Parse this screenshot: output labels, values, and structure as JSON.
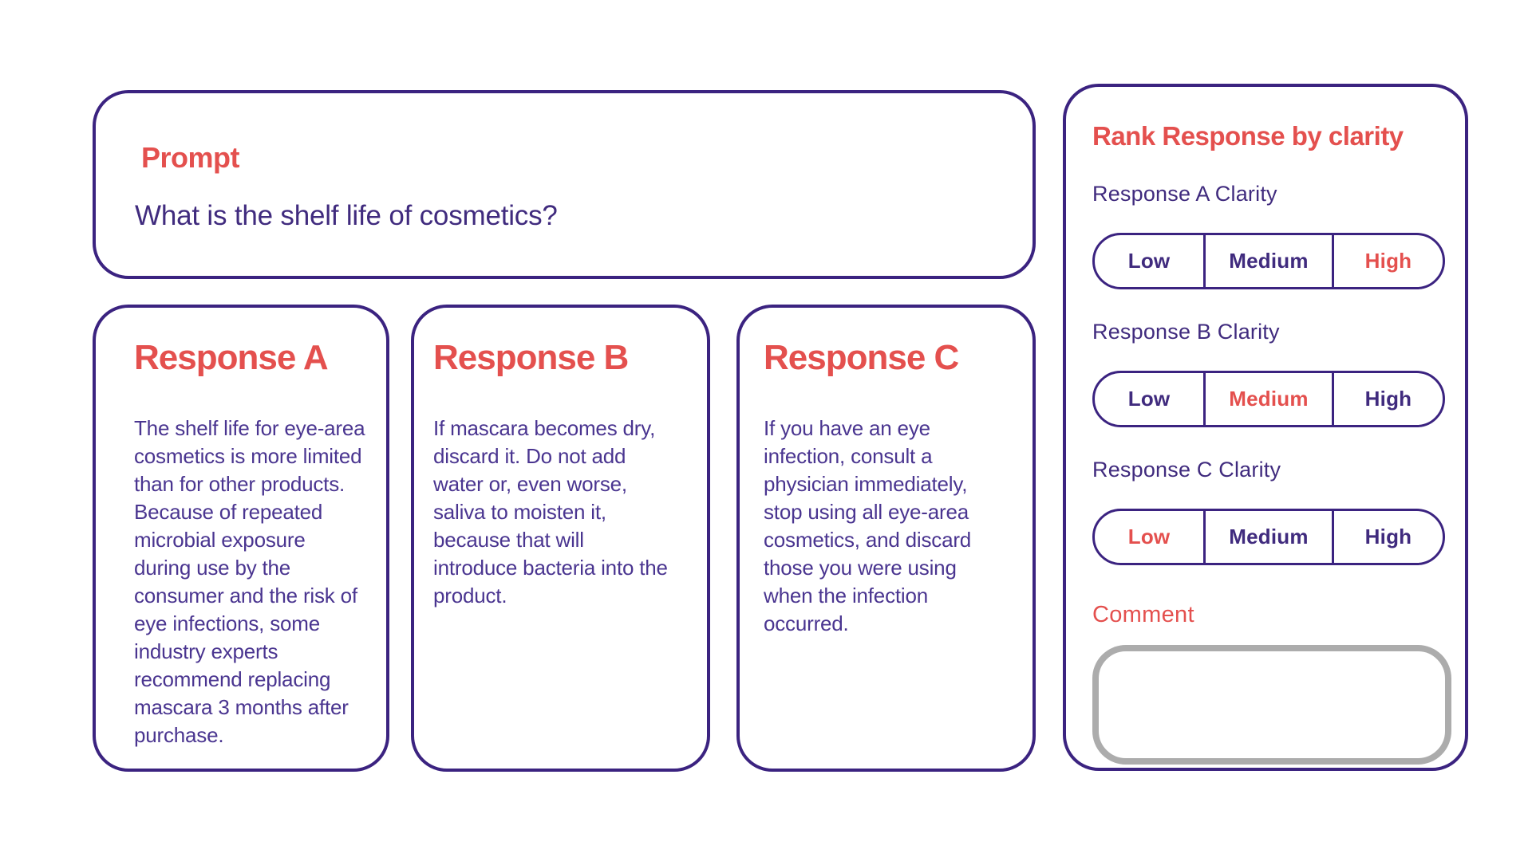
{
  "colors": {
    "accent_red": "#E4504E",
    "purple_border": "#3B2380",
    "purple_text": "#402B7E",
    "purple_body": "#4A3590",
    "comment_box_gray": "#ACACAC"
  },
  "prompt_card": {
    "title": "Prompt",
    "question": "What is the shelf life of cosmetics?"
  },
  "response_cards": [
    {
      "title": "Response A",
      "text": "The shelf life for eye-area cosmetics is more limited than for other products. Because of repeated microbial exposure during use by the consumer and the risk of eye infections, some industry experts recommend replacing mascara 3 months after purchase."
    },
    {
      "title": "Response B",
      "text": "If mascara becomes dry, discard it. Do not add water or, even worse, saliva to moisten it, because that will introduce bacteria into the product."
    },
    {
      "title": "Response C",
      "text": "If you have an eye infection, consult a physician immediately, stop using all eye-area cosmetics, and discard those you were using when the infection occurred."
    }
  ],
  "rank_panel": {
    "title": "Rank Response by clarity",
    "groups": [
      {
        "label": "Response A Clarity",
        "options": [
          "Low",
          "Medium",
          "High"
        ],
        "selected": "High"
      },
      {
        "label": "Response B Clarity",
        "options": [
          "Low",
          "Medium",
          "High"
        ],
        "selected": "Medium"
      },
      {
        "label": "Response C Clarity",
        "options": [
          "Low",
          "Medium",
          "High"
        ],
        "selected": "Low"
      }
    ],
    "comment_label": "Comment",
    "comment_value": ""
  }
}
